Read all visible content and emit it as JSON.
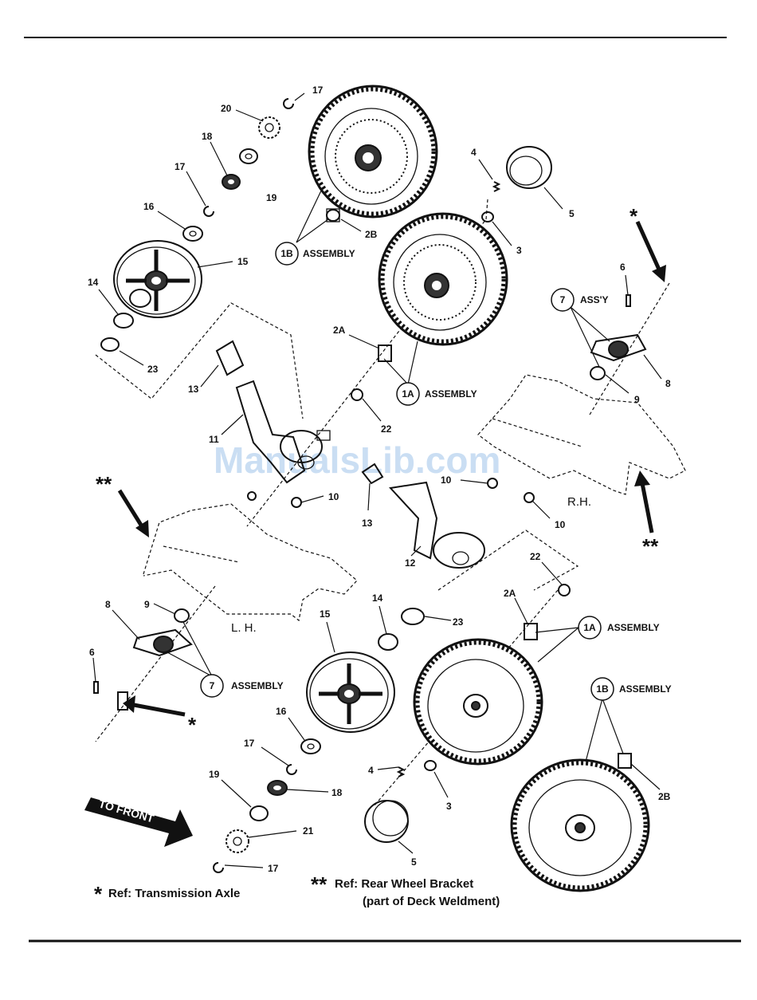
{
  "watermark": "ManualsLib.com",
  "part_numbers": {
    "p17a": "17",
    "p20": "20",
    "p18a": "18",
    "p17b": "17",
    "p19a": "19",
    "p16a": "16",
    "p15a": "15",
    "p14a": "14",
    "p23a": "23",
    "p4a": "4",
    "p5a": "5",
    "p3a": "3",
    "p2Ba": "2B",
    "p6a": "6",
    "p2Aa": "2A",
    "p13a": "13",
    "p11": "11",
    "p22a": "22",
    "p8a": "8",
    "p9a": "9",
    "p10a": "10",
    "p10b": "10",
    "p10c": "10",
    "p13b": "13",
    "p12": "12",
    "p22b": "22",
    "p2Ab": "2A",
    "p14b": "14",
    "p23b": "23",
    "p15b": "15",
    "p8b": "8",
    "p9b": "9",
    "p6b": "6",
    "p16b": "16",
    "p17c": "17",
    "p4b": "4",
    "p18b": "18",
    "p19b": "19",
    "p21": "21",
    "p17d": "17",
    "p3b": "3",
    "p5b": "5",
    "p2Bb": "2B"
  },
  "callouts": {
    "c1B_top": "1B",
    "c1A_top": "1A",
    "c7_top": "7",
    "c7_bot": "7",
    "c1A_bot": "1A",
    "c1B_bot": "1B"
  },
  "assembly_labels": {
    "a1B_top": "ASSEMBLY",
    "a1A_top": "ASSEMBLY",
    "a7_top": "ASS'Y",
    "a7_bot": "ASSEMBLY",
    "a1A_bot": "ASSEMBLY",
    "a1B_bot": "ASSEMBLY"
  },
  "side_labels": {
    "rh": "R.H.",
    "lh": "L. H."
  },
  "markers": {
    "star_top": "*",
    "star_left": "*",
    "dstar_left": "**",
    "dstar_right": "**",
    "ref_star": "*",
    "ref_dstar": "**"
  },
  "to_front": "TO FRONT",
  "references": {
    "transmission_axle": "Ref: Transmission Axle",
    "rear_wheel_bracket": "Ref: Rear Wheel Bracket",
    "deck_weldment": "(part of Deck Weldment)"
  }
}
